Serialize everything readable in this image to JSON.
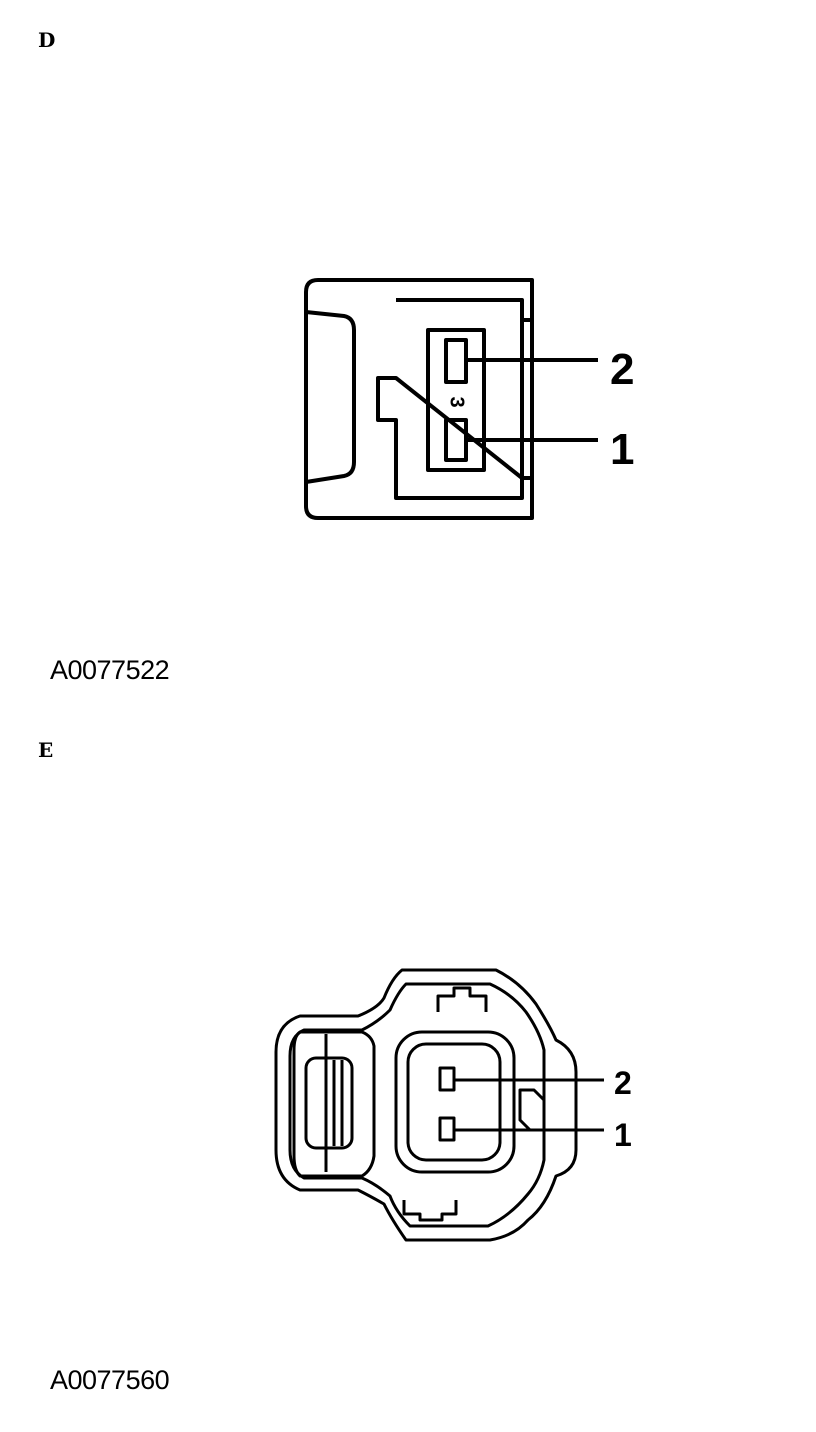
{
  "sections": [
    {
      "letter": "D",
      "figure_id": "A0077522",
      "pin_labels": [
        "2",
        "1"
      ],
      "housing_marking": "3"
    },
    {
      "letter": "E",
      "figure_id": "A0077560",
      "pin_labels": [
        "2",
        "1"
      ]
    }
  ],
  "colors": {
    "line": "#000000",
    "background": "#ffffff"
  }
}
